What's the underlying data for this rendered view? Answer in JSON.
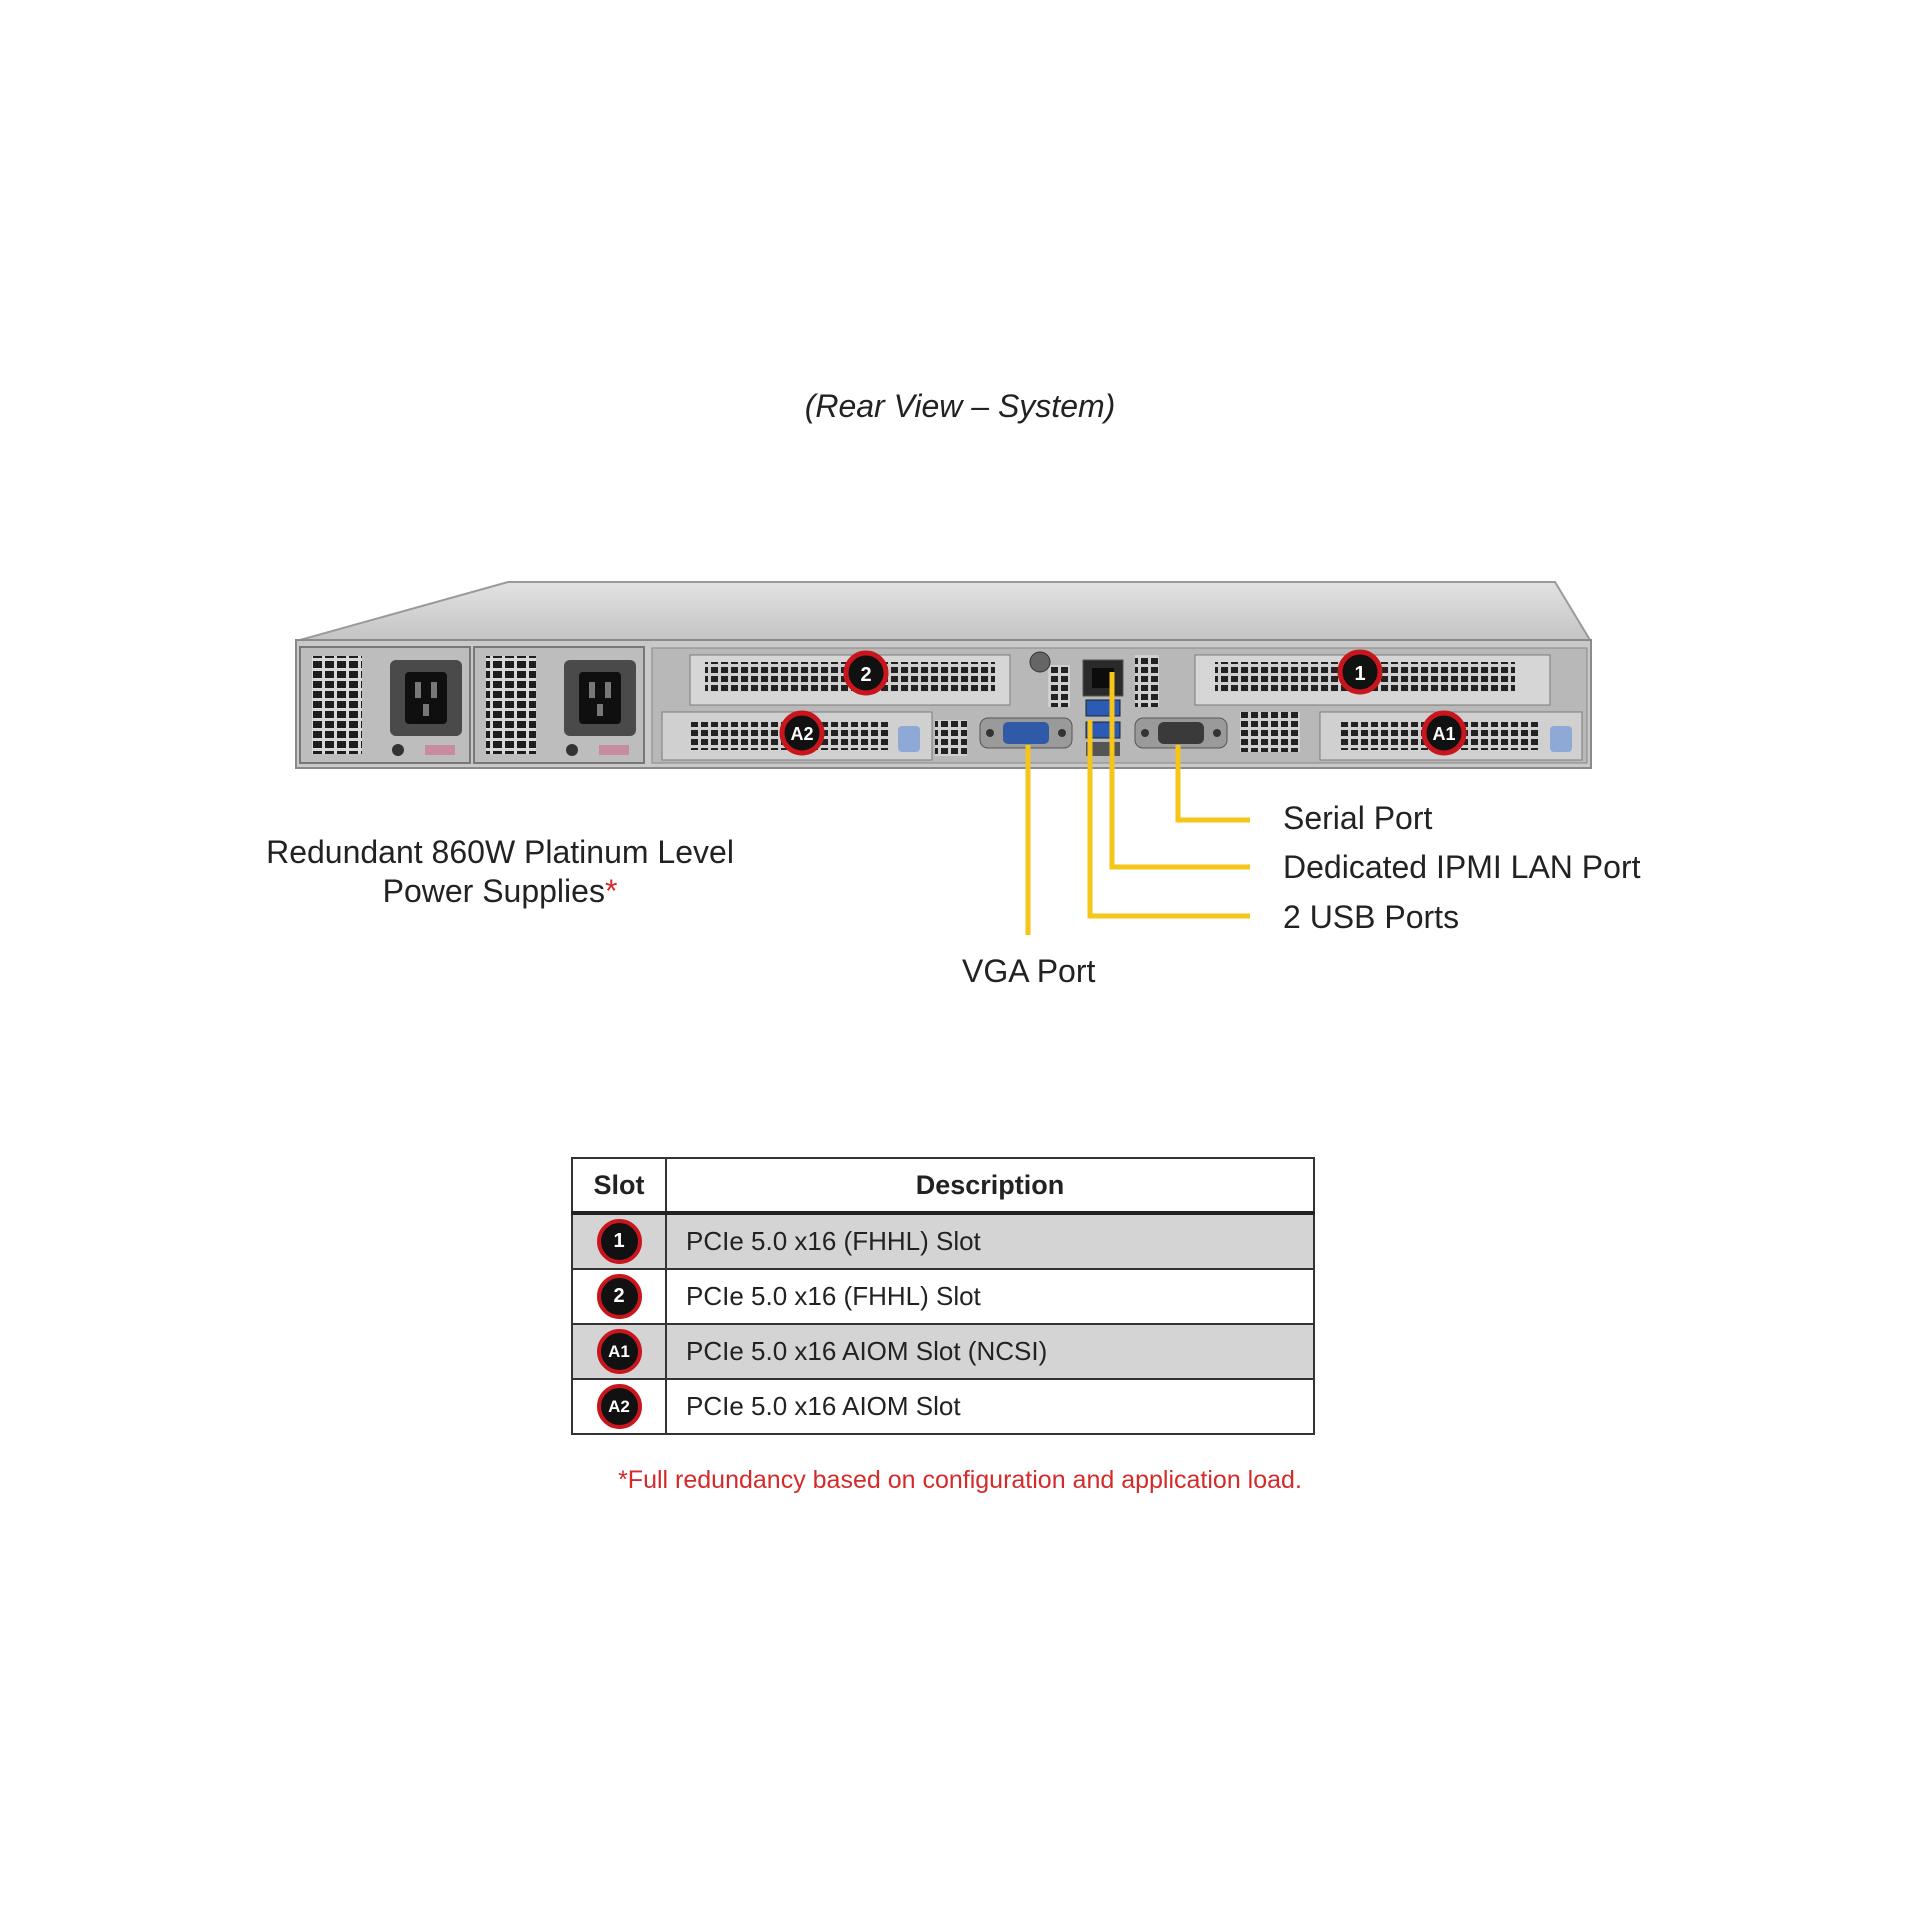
{
  "caption": "(Rear View – System)",
  "power_supply_label": {
    "line1": "Redundant  860W Platinum  Level",
    "line2": "Power Supplies",
    "asterisk": "*"
  },
  "callouts": {
    "serial_port": "Serial Port",
    "ipmi_port": "Dedicated IPMI  LAN Port",
    "usb_ports": "2 USB Ports",
    "vga_port": "VGA Port"
  },
  "slot_badges_on_chassis": {
    "slot1": "1",
    "slot2": "2",
    "slotA1": "A1",
    "slotA2": "A2"
  },
  "colors": {
    "callout_line": "#f5c518",
    "badge_ring": "#c9161d",
    "footnote": "#d42a2a",
    "shaded_row": "#d4d4d4"
  },
  "table": {
    "headers": [
      "Slot",
      "Description"
    ],
    "rows": [
      {
        "slot": "1",
        "description": "PCIe  5.0 x16 (FHHL)  Slot"
      },
      {
        "slot": "2",
        "description": "PCIe  5.0 x16 (FHHL)  Slot"
      },
      {
        "slot": "A1",
        "description": "PCIe  5.0 x16 AIOM  Slot (NCSI)"
      },
      {
        "slot": "A2",
        "description": "PCIe  5.0 x16 AIOM  Slot"
      }
    ]
  },
  "footnote": "*Full redundancy  based on configuration  and application load."
}
